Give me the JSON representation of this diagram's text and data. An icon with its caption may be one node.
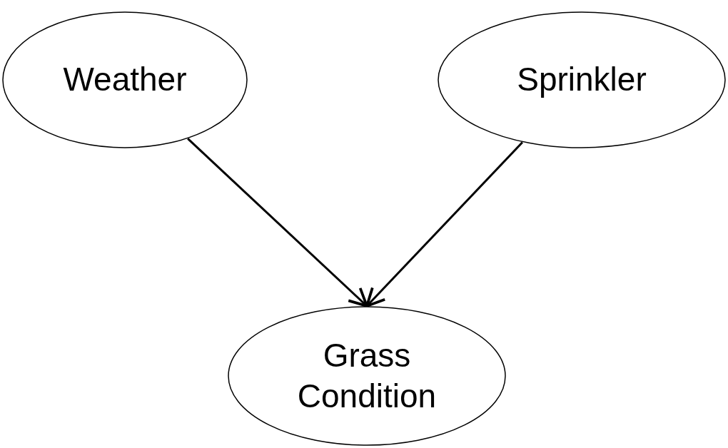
{
  "diagram": {
    "nodes": [
      {
        "text": [
          "Weather"
        ]
      },
      {
        "text": [
          "Sprinkler"
        ]
      },
      {
        "text": [
          "Grass Condition"
        ]
      }
    ],
    "edges": [
      {
        "from": 0,
        "to": 2,
        "arrow": "to"
      },
      {
        "from": 1,
        "to": 2,
        "arrow": "to"
      }
    ]
  }
}
